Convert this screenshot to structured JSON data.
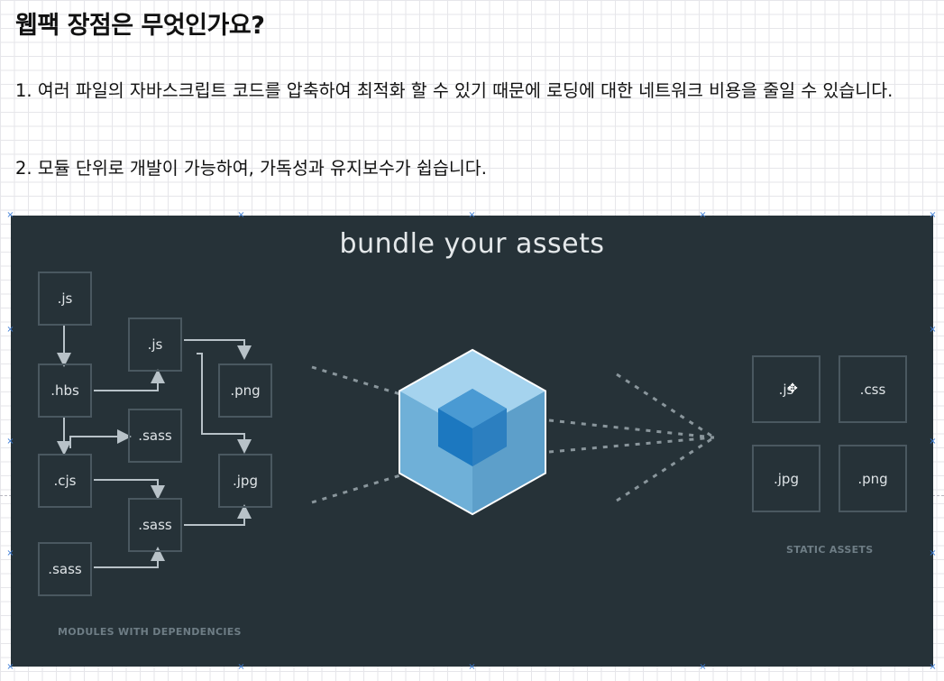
{
  "heading": "웹팩 장점은 무엇인가요?",
  "points": [
    "1. 여러 파일의 자바스크립트 코드를 압축하여 최적화 할 수 있기 때문에 로딩에 대한 네트워크 비용을 줄일 수 있습니다.",
    "2. 모듈 단위로 개발이 가능하여, 가독성과 유지보수가 쉽습니다."
  ],
  "diagram": {
    "title": "bundle your assets",
    "modules": [
      ".js",
      ".js",
      ".hbs",
      ".png",
      ".sass",
      ".cjs",
      ".jpg",
      ".sass",
      ".sass"
    ],
    "assets": [
      ".js",
      ".css",
      ".jpg",
      ".png"
    ],
    "modules_caption": "MODULES WITH DEPENDENCIES",
    "assets_caption": "STATIC ASSETS"
  },
  "colors": {
    "diagram_bg": "#263238",
    "box_border": "#4a5860",
    "cube_light": "#8ed6fb",
    "cube_dark": "#1c78c0",
    "selection_handle": "#3a7bd5"
  }
}
